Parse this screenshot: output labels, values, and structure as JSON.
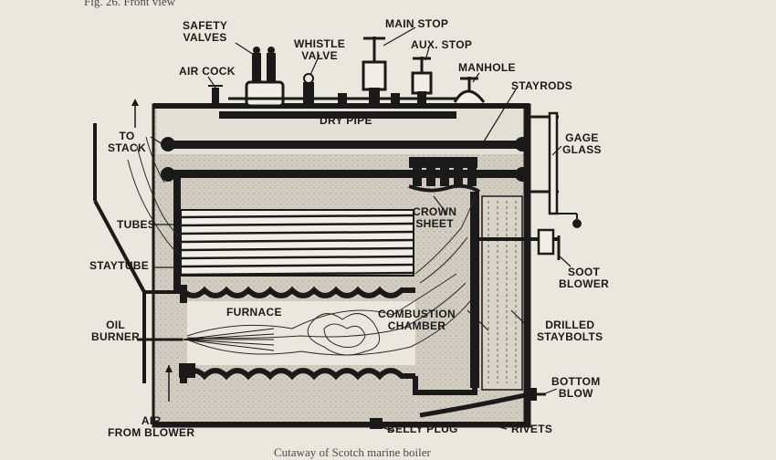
{
  "page": {
    "top_caption": "Fig. 26. Front view",
    "bottom_caption": "Cutaway of Scotch marine boiler"
  },
  "labels": {
    "safety_valves": "SAFETY\nVALVES",
    "whistle_valve": "WHISTLE\nVALVE",
    "main_stop": "MAIN STOP",
    "aux_stop": "AUX. STOP",
    "air_cock": "AIR COCK",
    "manhole": "MANHOLE",
    "stayrods": "STAYRODS",
    "dry_pipe": "DRY PIPE",
    "to_stack": "TO\nSTACK",
    "gage_glass": "GAGE\nGLASS",
    "tubes": "TUBES",
    "crown_sheet": "CROWN\nSHEET",
    "staytube": "STAYTUBE",
    "soot_blower": "SOOT\nBLOWER",
    "furnace": "FURNACE",
    "combustion_chamber": "COMBUSTION\nCHAMBER",
    "drilled_staybolts": "DRILLED\nSTAYBOLTS",
    "oil_burner": "OIL\nBURNER",
    "bottom_blow": "BOTTOM\nBLOW",
    "air_from_blower": "AIR\nFROM BLOWER",
    "belly_plug": "BELLY PLUG",
    "rivets": "RIVETS"
  },
  "colors": {
    "paper": "#ece7dc",
    "ink": "#1a1a1a",
    "water_fill": "#cfc9be",
    "metal": "#2b2b2b"
  }
}
